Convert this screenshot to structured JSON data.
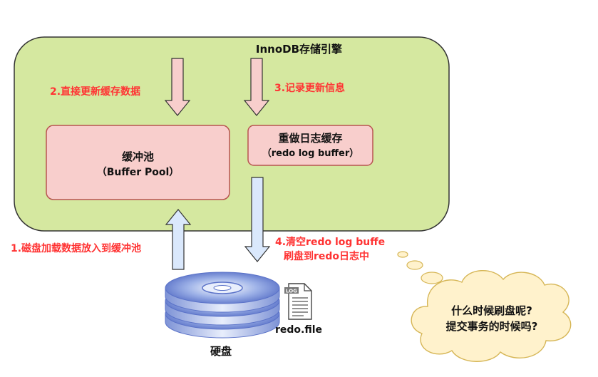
{
  "engine": {
    "title": "InnoDB存储引擎"
  },
  "buffer_pool": {
    "name": "缓冲池",
    "subtitle": "（Buffer Pool）"
  },
  "redo_buffer": {
    "name": "重做日志缓存",
    "subtitle": "（redo log buffer）"
  },
  "steps": {
    "step1": "1.磁盘加载数据放入到缓冲池",
    "step2": "2.直接更新缓存数据",
    "step3": "3.记录更新信息",
    "step4_line1": "4.清空redo log buffe",
    "step4_line2": "刷盘到redo日志中"
  },
  "disk": {
    "label": "硬盘"
  },
  "redo_file": {
    "label": "redo.file",
    "icon_text": "LOG"
  },
  "thought": {
    "line1": "什么时候刷盘呢?",
    "line2": "提交事务的时候吗?"
  },
  "colors": {
    "engine_fill": "#d5e8a0",
    "box_fill": "#f8cecc",
    "box_stroke": "#b85450",
    "arrow_pink": "#f8cecc",
    "arrow_blue": "#dae8fc",
    "label_red": "#ff3333",
    "cloud_fill": "#fff2cc",
    "cloud_stroke": "#d6b656",
    "disk_blue": "#6c8ebf"
  }
}
